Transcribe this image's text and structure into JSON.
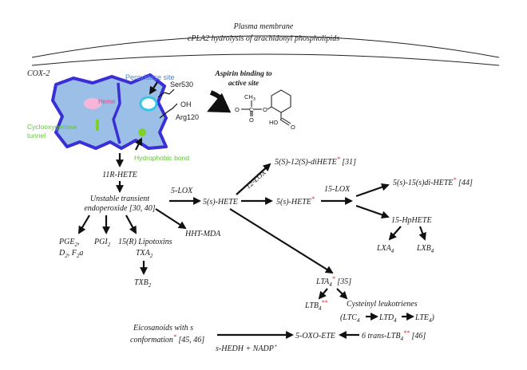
{
  "membrane": {
    "title": "Plasma membrane",
    "subtitle": "cPLA2 hydrolysis of arachidonyl phospholipids"
  },
  "enzyme": {
    "cox_label": "COX-2",
    "peroxidase_site": "Peroxidase site",
    "heme": "Heme",
    "ser530": "Ser530",
    "oh": "OH",
    "arg120": "Arg120",
    "cyclooxygenase_channel_line1": "Cyclooxygenase",
    "cyclooxygenase_channel_line2": "tunnel",
    "hydrophobic_bond": "Hydrophobic bond",
    "aspirin_line1": "Aspirin binding to",
    "aspirin_line2": "active site",
    "aspirin_ch3": "CH",
    "aspirin_ch3_sub": "3",
    "aspirin_ho": "HO",
    "aspirin_o": "O",
    "aspirin_c": "C"
  },
  "colors": {
    "enzyme_fill": "#9bbfe6",
    "enzyme_outline": "#3a2fd6",
    "peroxidase_text": "#3f8ae0",
    "green_text": "#5cc82e",
    "heme_fill": "#f4b6d9",
    "asterisk_red": "#d31e25"
  },
  "pathway": {
    "r_hete": "11R-HETE",
    "endoperoxide_line1": "Unstable transient",
    "endoperoxide_line2": "endoperoxide [30, 40]",
    "pge2": "PGE",
    "pge2_sub": "2",
    "d2f2a": "D",
    "d2f2a_sub1": "2",
    "d2f2a_mid": ", F",
    "d2f2a_sub2": "2",
    "d2f2a_end": "a",
    "pgi2": "PGI",
    "pgi2_sub": "2",
    "lipotoxins": "15(R) Lipotoxins",
    "txa2": "TXA",
    "txa2_sub": "2",
    "txb2": "TXB",
    "txb2_sub": "2",
    "hht_mda": "HHT-MDA",
    "five_lox_1": "5-LOX",
    "five_s_hete_1": "5(s)-HETE",
    "twelve_lox": "12-LOX",
    "diHETE_12": "5(S)-12(S)-diHETE",
    "diHETE_12_ref": " [31]",
    "five_s_hete_2": "5(s)-HETE",
    "fifteen_lox": "15-LOX",
    "diHETE_15": "5(s)-15(s)di-HETE",
    "diHETE_15_ref": " [44]",
    "hphete": "15-HpHETE",
    "lxa4": "LXA",
    "lxa4_sub": "4",
    "lxb4": "LXB",
    "lxb4_sub": "4",
    "lta4": "LTA",
    "lta4_sub": "4",
    "lta4_ref": " [35]",
    "ltb4": "LTB",
    "ltb4_sub": "4",
    "cys_lt": "Cysteinyl leukotrienes",
    "ltc4": "(LTC",
    "ltd4": "LTD",
    "lte4": "LTE",
    "sub4": "4",
    "lte4_end": ")",
    "eicosanoids_line1": "Eicosanoids with s",
    "eicosanoids_line2": "conformation",
    "eicosanoids_ref": " [45, 46]",
    "oxo_ete": "5-OXO-ETE",
    "trans_ltb4": "6 trans-LTB",
    "trans_ltb4_sub": "4",
    "trans_ltb4_ref": " [46]",
    "s_hedh": "s-HEDH + NADP",
    "s_hedh_sup": "+",
    "asterisk": "*",
    "double_asterisk": "**"
  }
}
